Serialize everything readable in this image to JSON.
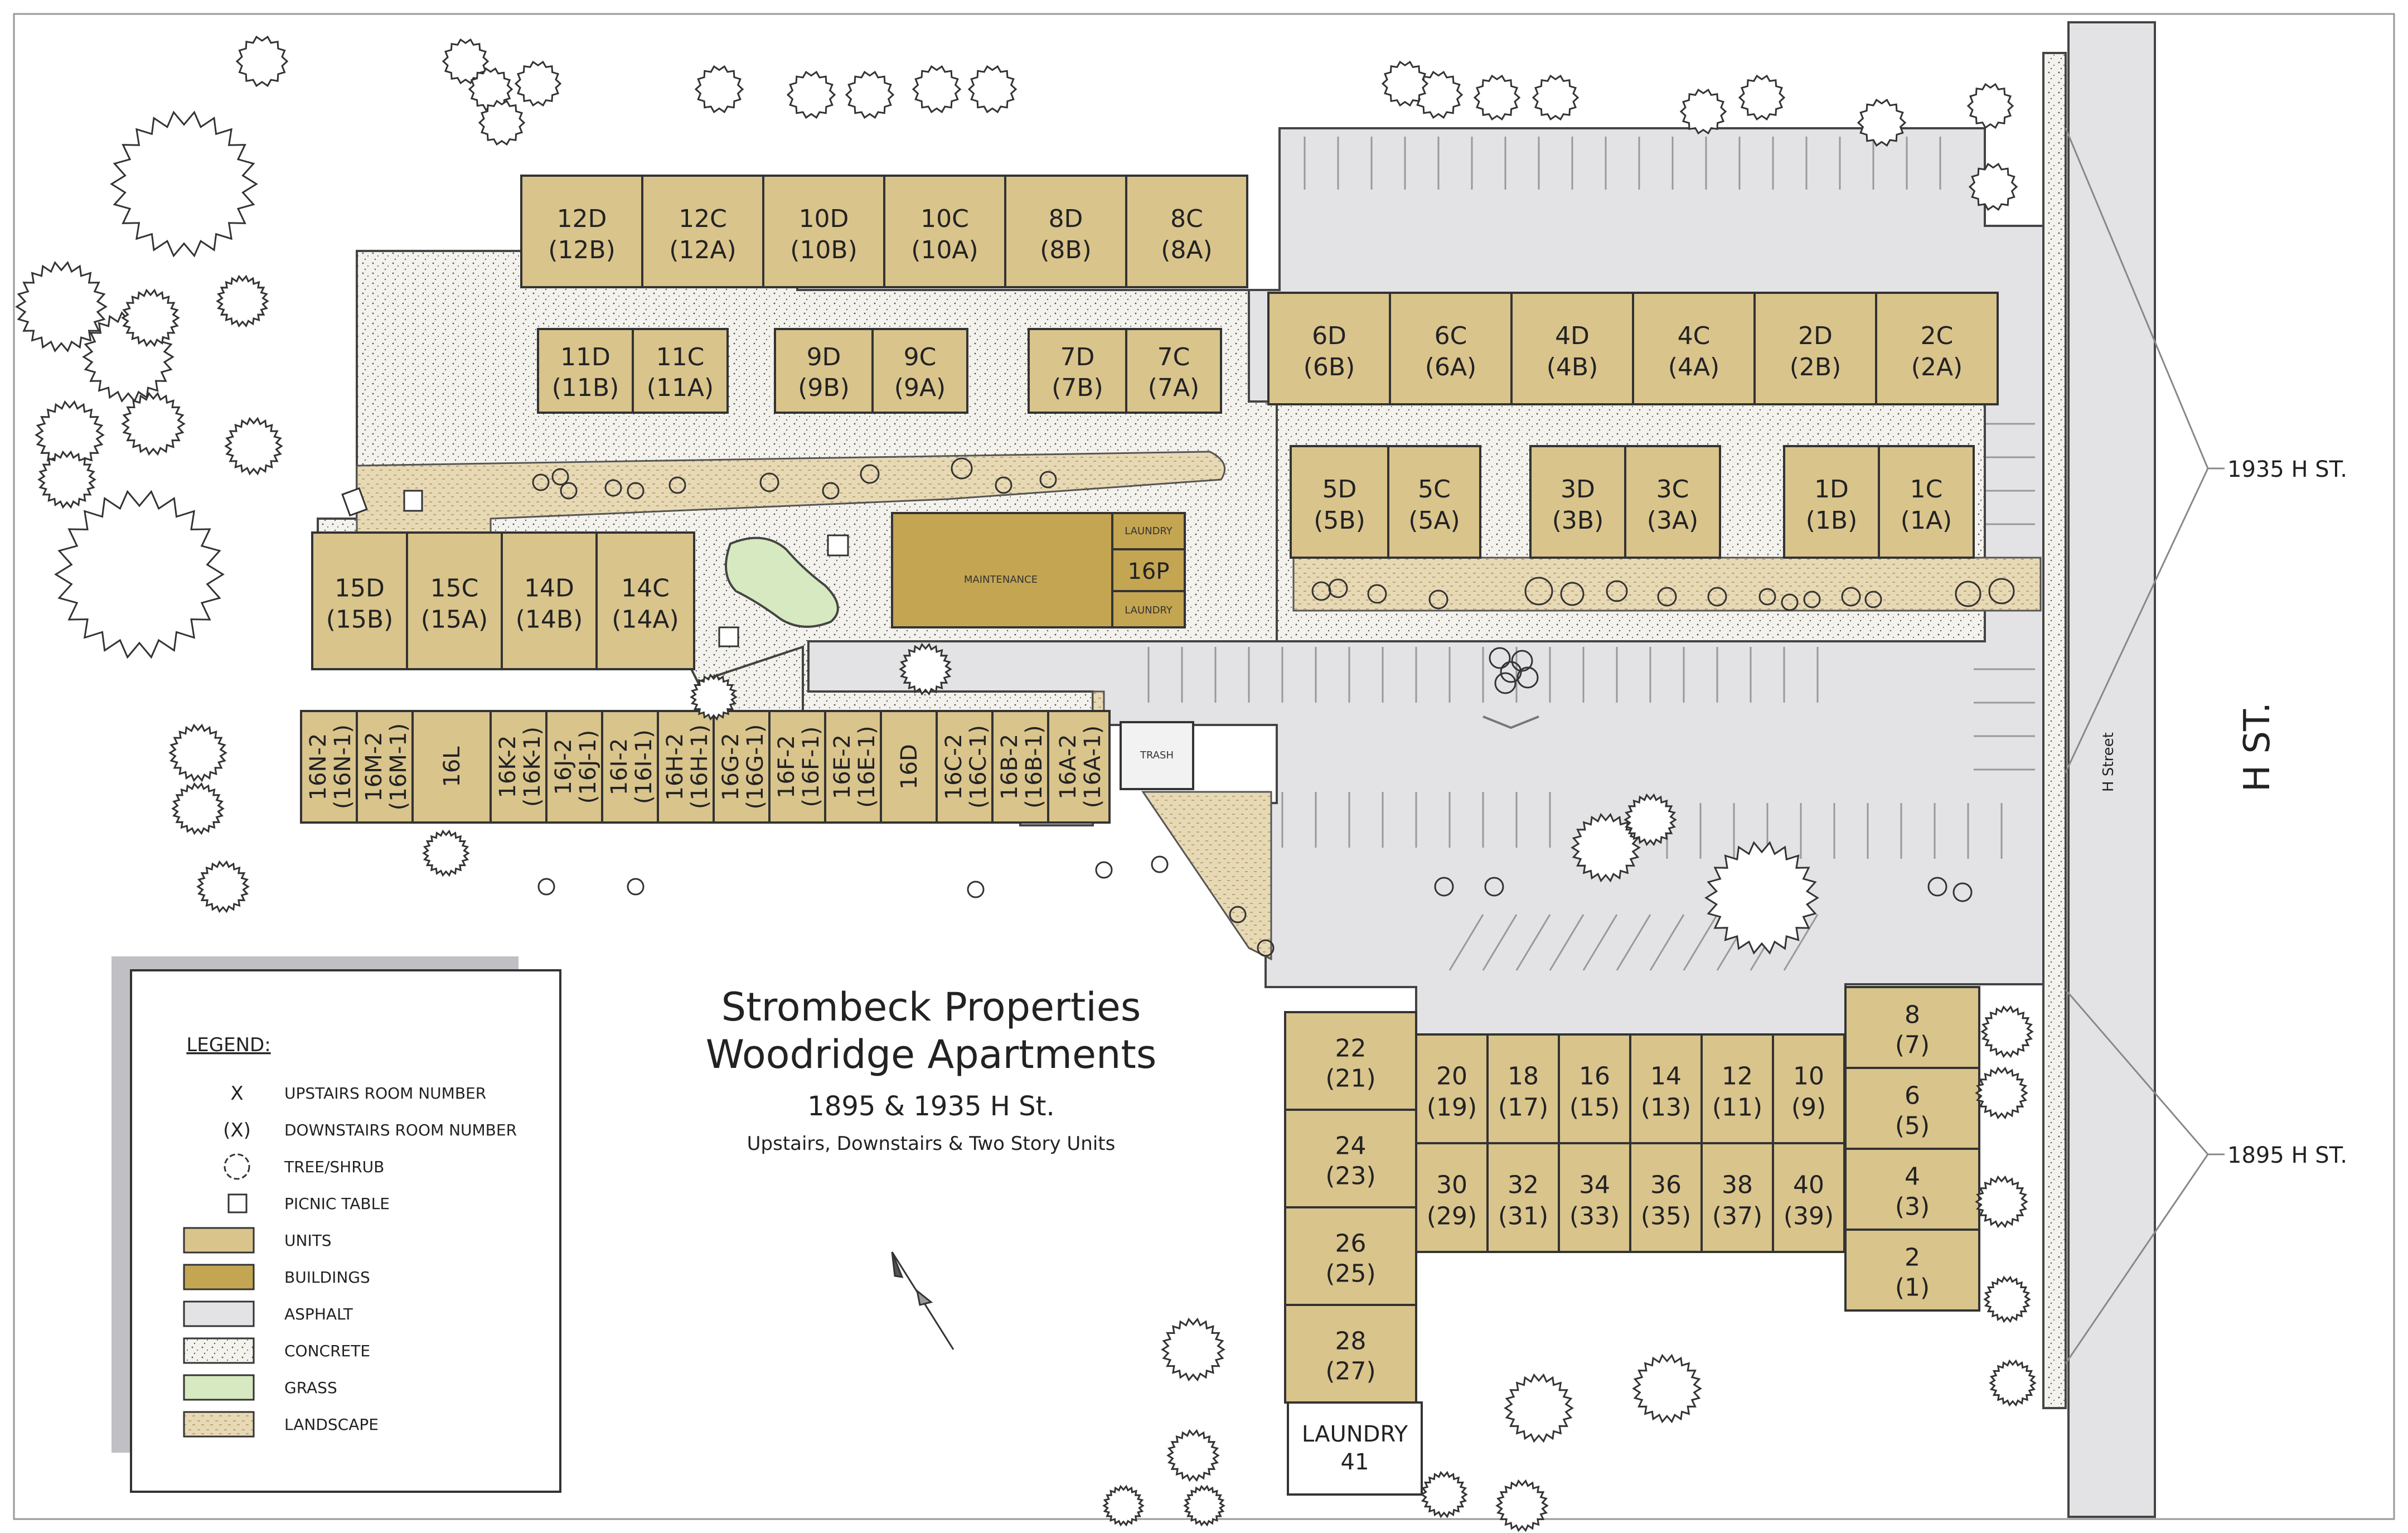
{
  "title": {
    "line1": "Strombeck Properties",
    "line2": "Woodridge Apartments",
    "address": "1895 & 1935 H St.",
    "subtitle": "Upstairs, Downstairs & Two Story Units"
  },
  "streets": {
    "main": "H ST.",
    "small": "H Street",
    "addr_north": "1935 H ST.",
    "addr_south": "1895 H ST."
  },
  "legend": {
    "heading": "LEGEND:",
    "items": [
      {
        "symbol": "X",
        "label": "UPSTAIRS ROOM NUMBER"
      },
      {
        "symbol": "(X)",
        "label": "DOWNSTAIRS ROOM NUMBER"
      },
      {
        "symbol": "tree-icon",
        "label": "TREE/SHRUB"
      },
      {
        "symbol": "picnic-table-icon",
        "label": "PICNIC TABLE"
      },
      {
        "symbol": "#d9c48c",
        "label": "UNITS"
      },
      {
        "symbol": "#c4a552",
        "label": "BUILDINGS"
      },
      {
        "symbol": "#e3e3e6",
        "label": "ASPHALT"
      },
      {
        "symbol": "dotted",
        "label": "CONCRETE"
      },
      {
        "symbol": "#d6e9c0",
        "label": "GRASS"
      },
      {
        "symbol": "dashed",
        "label": "LANDSCAPE"
      }
    ]
  },
  "units": {
    "row12": [
      {
        "up": "12D",
        "down": "(12B)"
      },
      {
        "up": "12C",
        "down": "(12A)"
      },
      {
        "up": "10D",
        "down": "(10B)"
      },
      {
        "up": "10C",
        "down": "(10A)"
      },
      {
        "up": "8D",
        "down": "(8B)"
      },
      {
        "up": "8C",
        "down": "(8A)"
      }
    ],
    "row11": [
      {
        "up": "11D",
        "down": "(11B)"
      },
      {
        "up": "11C",
        "down": "(11A)"
      },
      {
        "up": "9D",
        "down": "(9B)"
      },
      {
        "up": "9C",
        "down": "(9A)"
      },
      {
        "up": "7D",
        "down": "(7B)"
      },
      {
        "up": "7C",
        "down": "(7A)"
      }
    ],
    "row6": [
      {
        "up": "6D",
        "down": "(6B)"
      },
      {
        "up": "6C",
        "down": "(6A)"
      },
      {
        "up": "4D",
        "down": "(4B)"
      },
      {
        "up": "4C",
        "down": "(4A)"
      },
      {
        "up": "2D",
        "down": "(2B)"
      },
      {
        "up": "2C",
        "down": "(2A)"
      }
    ],
    "row5": [
      {
        "up": "5D",
        "down": "(5B)"
      },
      {
        "up": "5C",
        "down": "(5A)"
      },
      {
        "up": "3D",
        "down": "(3B)"
      },
      {
        "up": "3C",
        "down": "(3A)"
      },
      {
        "up": "1D",
        "down": "(1B)"
      },
      {
        "up": "1C",
        "down": "(1A)"
      }
    ],
    "row15": [
      {
        "up": "15D",
        "down": "(15B)"
      },
      {
        "up": "15C",
        "down": "(15A)"
      },
      {
        "up": "14D",
        "down": "(14B)"
      },
      {
        "up": "14C",
        "down": "(14A)"
      }
    ],
    "row16": [
      {
        "up": "16N-2",
        "down": "(16N-1)"
      },
      {
        "up": "16M-2",
        "down": "(16M-1)"
      },
      {
        "up": "16L",
        "down": ""
      },
      {
        "up": "16K-2",
        "down": "(16K-1)"
      },
      {
        "up": "16J-2",
        "down": "(16J-1)"
      },
      {
        "up": "16I-2",
        "down": "(16I-1)"
      },
      {
        "up": "16H-2",
        "down": "(16H-1)"
      },
      {
        "up": "16G-2",
        "down": "(16G-1)"
      },
      {
        "up": "16F-2",
        "down": "(16F-1)"
      },
      {
        "up": "16E-2",
        "down": "(16E-1)"
      },
      {
        "up": "16D",
        "down": ""
      },
      {
        "up": "16C-2",
        "down": "(16C-1)"
      },
      {
        "up": "16B-2",
        "down": "(16B-1)"
      },
      {
        "up": "16A-2",
        "down": "(16A-1)"
      }
    ],
    "west_col": [
      {
        "up": "22",
        "down": "(21)"
      },
      {
        "up": "24",
        "down": "(23)"
      },
      {
        "up": "26",
        "down": "(25)"
      },
      {
        "up": "28",
        "down": "(27)"
      }
    ],
    "laundry41": {
      "line1": "LAUNDRY",
      "line2": "41"
    },
    "row20": [
      {
        "up": "20",
        "down": "(19)"
      },
      {
        "up": "18",
        "down": "(17)"
      },
      {
        "up": "16",
        "down": "(15)"
      },
      {
        "up": "14",
        "down": "(13)"
      },
      {
        "up": "12",
        "down": "(11)"
      },
      {
        "up": "10",
        "down": "(9)"
      }
    ],
    "row30": [
      {
        "up": "30",
        "down": "(29)"
      },
      {
        "up": "32",
        "down": "(31)"
      },
      {
        "up": "34",
        "down": "(33)"
      },
      {
        "up": "36",
        "down": "(35)"
      },
      {
        "up": "38",
        "down": "(37)"
      },
      {
        "up": "40",
        "down": "(39)"
      }
    ],
    "east_col": [
      {
        "up": "8",
        "down": "(7)"
      },
      {
        "up": "6",
        "down": "(5)"
      },
      {
        "up": "4",
        "down": "(3)"
      },
      {
        "up": "2",
        "down": "(1)"
      }
    ]
  },
  "facilities": {
    "maintenance": "MAINTENANCE",
    "laundry_top": "LAUNDRY",
    "unit16p": "16P",
    "laundry_bottom": "LAUNDRY",
    "trash": "TRASH"
  },
  "colors": {
    "units": "#d9c48c",
    "buildings": "#c4a552",
    "asphalt": "#e3e3e6",
    "grass": "#d6e9c0",
    "landscape": "#e8d9b5"
  }
}
